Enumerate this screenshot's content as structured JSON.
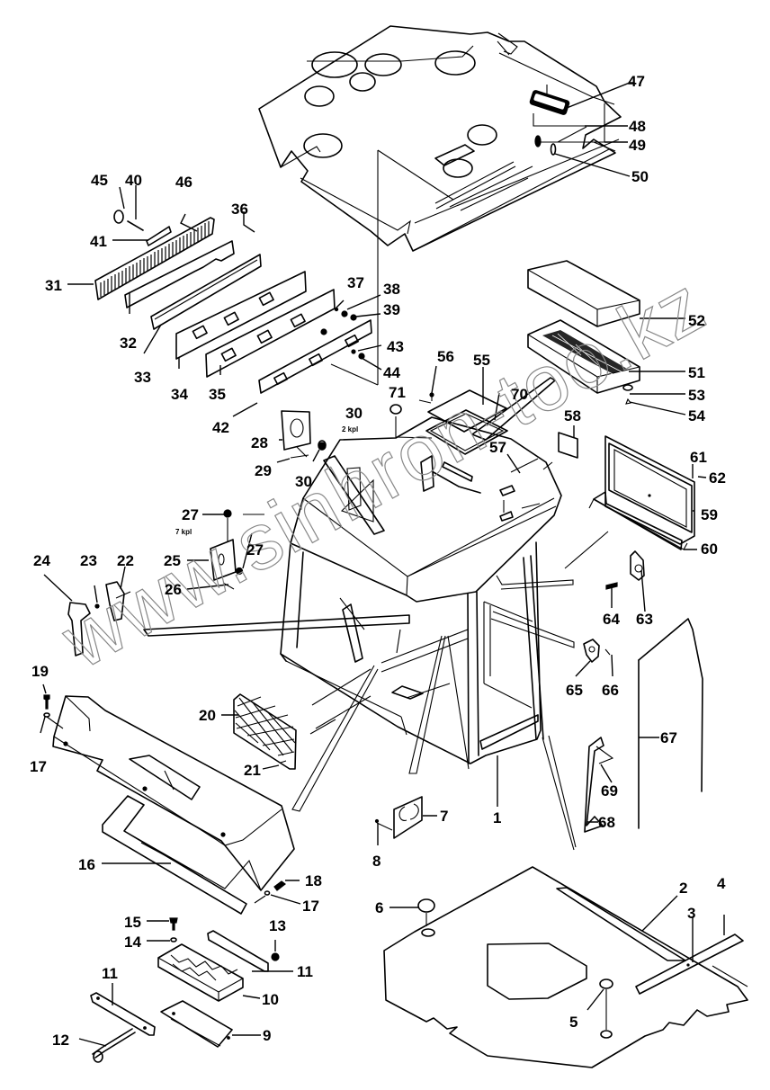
{
  "diagram": {
    "type": "exploded-parts-diagram",
    "subject": "operator cab assembly",
    "watermark": "www.sinhron-too.kz",
    "notes": {
      "qty_30": "2 kpl",
      "qty_27": "7 kpl"
    },
    "callouts": {
      "c1": "1",
      "c2": "2",
      "c3": "3",
      "c4": "4",
      "c5": "5",
      "c6": "6",
      "c7": "7",
      "c8": "8",
      "c9": "9",
      "c10": "10",
      "c11a": "11",
      "c11b": "11",
      "c12": "12",
      "c13": "13",
      "c14": "14",
      "c15": "15",
      "c16": "16",
      "c17a": "17",
      "c17b": "17",
      "c18": "18",
      "c19": "19",
      "c20": "20",
      "c21": "21",
      "c22": "22",
      "c23": "23",
      "c24": "24",
      "c25": "25",
      "c26": "26",
      "c27a": "27",
      "c27b": "27",
      "c28": "28",
      "c29": "29",
      "c30a": "30",
      "c30b": "30",
      "c31": "31",
      "c32": "32",
      "c33": "33",
      "c34": "34",
      "c35": "35",
      "c36": "36",
      "c37": "37",
      "c38": "38",
      "c39": "39",
      "c40": "40",
      "c41": "41",
      "c42": "42",
      "c43": "43",
      "c44": "44",
      "c45": "45",
      "c46": "46",
      "c47": "47",
      "c48": "48",
      "c49": "49",
      "c50": "50",
      "c51": "51",
      "c52": "52",
      "c53": "53",
      "c54": "54",
      "c55": "55",
      "c56": "56",
      "c57": "57",
      "c58": "58",
      "c59": "59",
      "c60": "60",
      "c61": "61",
      "c62": "62",
      "c63": "63",
      "c64": "64",
      "c65": "65",
      "c66": "66",
      "c67": "67",
      "c68": "68",
      "c69": "69",
      "c70": "70",
      "c71": "71"
    }
  }
}
